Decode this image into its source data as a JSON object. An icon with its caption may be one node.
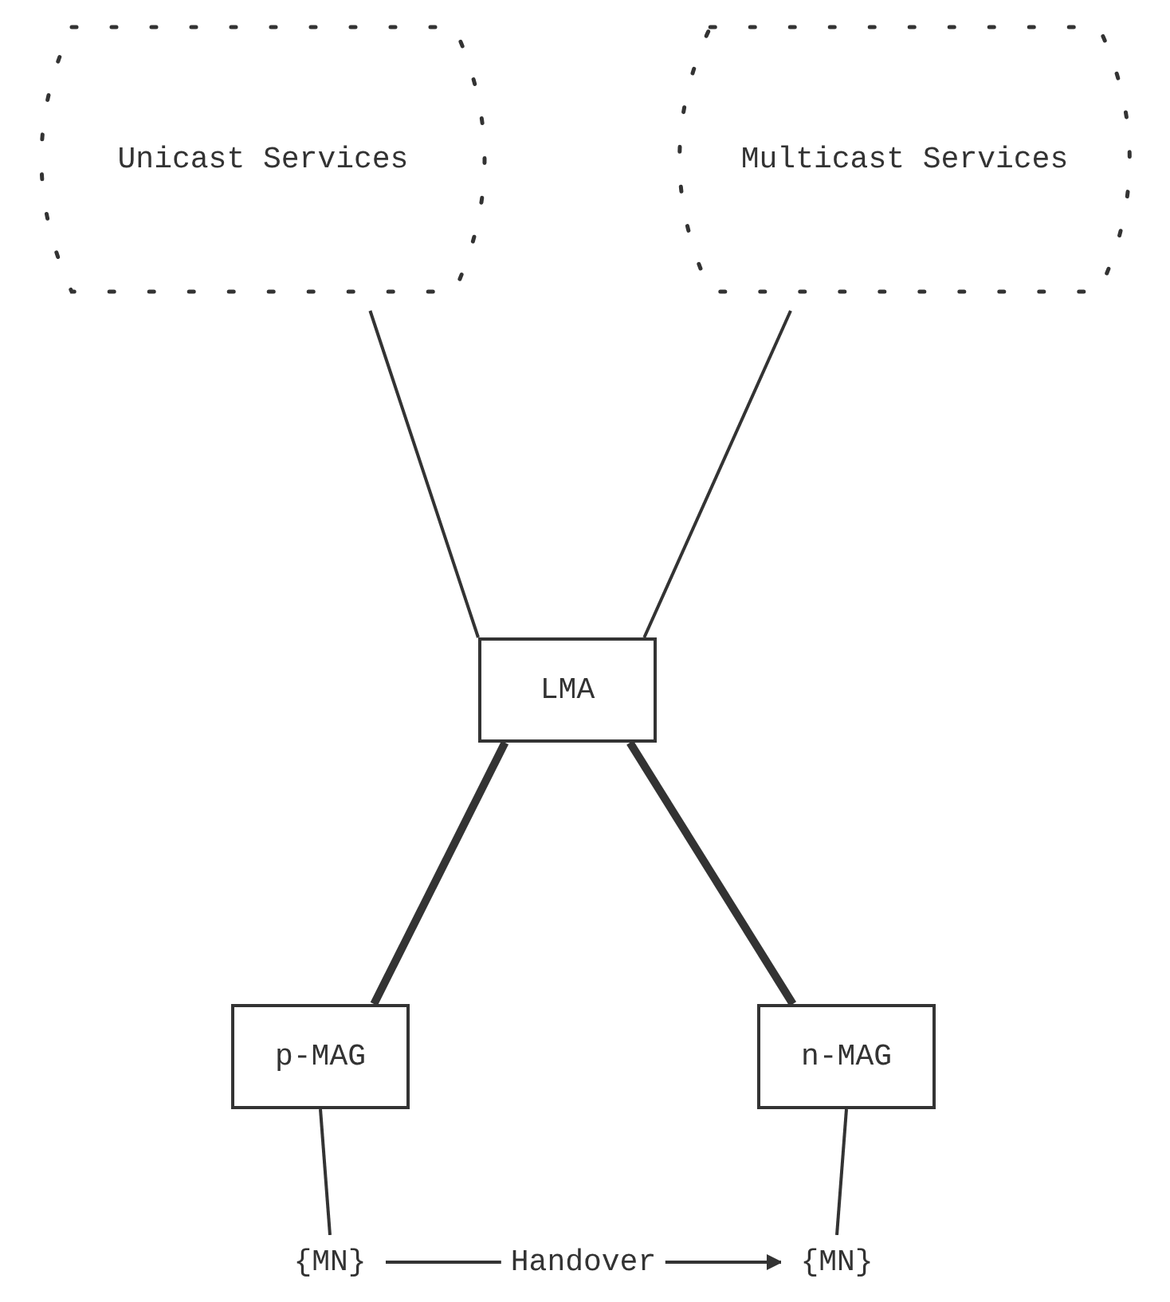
{
  "diagram": {
    "nodes": [
      {
        "text": [
          "Unicast Services"
        ]
      },
      {
        "text": [
          "Multicast Services"
        ]
      },
      {
        "text": [
          "LMA"
        ]
      },
      {
        "text": [
          "p-MAG"
        ]
      },
      {
        "text": [
          "n-MAG"
        ]
      },
      {
        "text": [
          "{MN}"
        ]
      },
      {
        "text": [
          "{MN}"
        ]
      }
    ],
    "edges": [
      {
        "from": 0,
        "to": 2,
        "arrow": "none"
      },
      {
        "from": 1,
        "to": 2,
        "arrow": "none"
      },
      {
        "from": 2,
        "to": 3,
        "arrow": "none",
        "style": "thick"
      },
      {
        "from": 2,
        "to": 4,
        "arrow": "none",
        "style": "thick"
      },
      {
        "from": 3,
        "to": 5,
        "arrow": "none"
      },
      {
        "from": 4,
        "to": 6,
        "arrow": "none"
      },
      {
        "from": 5,
        "to": 6,
        "arrow": "to",
        "label": "Handover"
      }
    ]
  }
}
